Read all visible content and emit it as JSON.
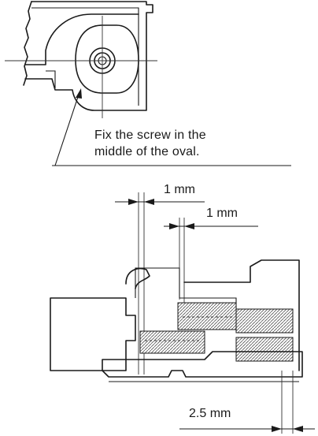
{
  "caption": {
    "line1": "Fix the screw in the",
    "line2": "middle of the oval."
  },
  "dimensions": {
    "top_gap": "1 mm",
    "second_gap": "1 mm",
    "bottom_gap": "2.5 mm"
  }
}
